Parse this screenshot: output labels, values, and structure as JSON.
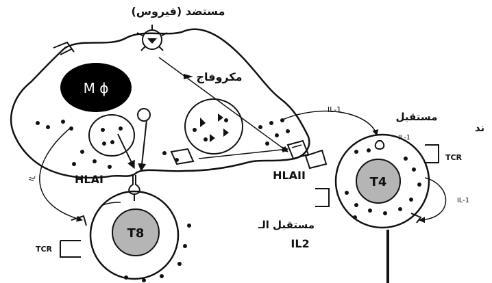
{
  "labels": {
    "antigen_virus": "مستضد (فيروس)",
    "macrophage": "مكروفاج",
    "m_phi": "M ϕ",
    "il1_arrow": "IL-1",
    "receptor_top": "مستقبل",
    "il1_receptor": "IL-1",
    "antigen_partial": "ند",
    "hlai": "HLAI",
    "hlaii": "HLAII",
    "t4": "T4",
    "t8": "T8",
    "tcr_t4": "TCR",
    "tcr_t8": "TCR",
    "receptor_il_prefix": "مستقبل الـ",
    "il2": "IL2",
    "il1_small": "IL-1"
  },
  "colors": {
    "ink": "#111111",
    "nucleus_fill": "#b5b5b5",
    "macrophage_nucleus": "#000000"
  }
}
